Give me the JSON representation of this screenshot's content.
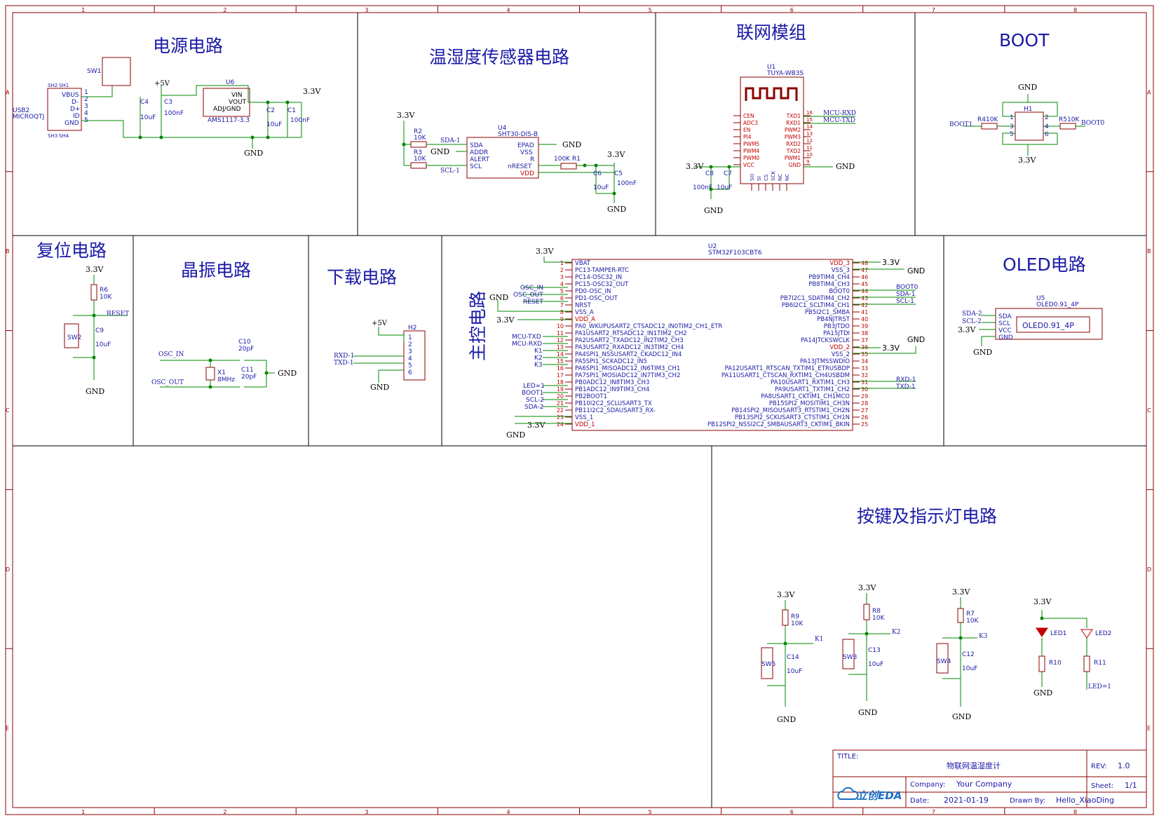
{
  "colors": {
    "frame": "#8b0000",
    "wire": "#008800",
    "text": "#1a1aa6",
    "part": "#8b0000",
    "title": "#1a1aa6",
    "red_pin": "#c00000"
  },
  "grid": {
    "cols": [
      "1",
      "2",
      "3",
      "4",
      "5",
      "6",
      "7",
      "8"
    ],
    "rows": [
      "A",
      "B",
      "C",
      "D",
      "E"
    ]
  },
  "sections": {
    "power": "电源电路",
    "sensor": "温湿度传感器电路",
    "network": "联网模组",
    "boot": "BOOT",
    "reset": "复位电路",
    "crystal": "晶振电路",
    "download": "下载电路",
    "main": "主控电路",
    "oled": "OLED电路",
    "keys": "按键及指示灯电路"
  },
  "power": {
    "usb_ref": "USB2",
    "usb_val": "MICROQTJ",
    "usb_pins": [
      "VBUS",
      "D-",
      "D+",
      "ID",
      "GND"
    ],
    "usb_pin_nums": [
      "1",
      "2",
      "3",
      "4",
      "5"
    ],
    "usb_sh": [
      "SH2",
      "SH1",
      "SH3",
      "SH4"
    ],
    "sw1": "SW1",
    "plus5": "+5V",
    "c4": "C4",
    "c4v": "10uF",
    "c3": "C3",
    "c3v": "100nF",
    "u6": "U6",
    "u6val": "AMS1117-3.3",
    "u6pins": [
      "VIN",
      "VOUT",
      "ADJ/GND"
    ],
    "c2": "C2",
    "c2v": "10uF",
    "c1": "C1",
    "c1v": "100nF",
    "v33": "3.3V",
    "gnd": "GND"
  },
  "sensor": {
    "v33": "3.3V",
    "r2": "R2",
    "r2v": "10K",
    "r3": "R3",
    "r3v": "10K",
    "sda": "SDA-1",
    "scl": "SCL-1",
    "gnd": "GND",
    "u4": "U4",
    "u4val": "SHT30-DIS-B",
    "left_pins": [
      "SDA",
      "ADDR",
      "ALERT",
      "SCL"
    ],
    "right_pins": [
      "EPAD",
      "VSS",
      "R",
      "nRESET",
      "VDD"
    ],
    "r1": "100K R1",
    "v33b": "3.3V",
    "c6": "C6",
    "c6v": "10uF",
    "c5": "C5",
    "c5v": "100nF",
    "gnd2": "GND",
    "gnd3": "GND"
  },
  "network": {
    "u1": "U1",
    "u1val": "TUYA-WB3S",
    "left_pins": [
      "CEN",
      "ADC3",
      "EN",
      "PI4",
      "PWM5",
      "PWM4",
      "PWM0",
      "VCC"
    ],
    "right_pins": [
      "TXD1",
      "RXD1",
      "PWM2",
      "PWM3",
      "RXD2",
      "TXD2",
      "PWM1",
      "GND"
    ],
    "right_nums": [
      "16",
      "15",
      "14",
      "13",
      "12",
      "11",
      "10",
      "9"
    ],
    "bottom_pins": [
      "SO",
      "SI",
      "CS",
      "SCK",
      "NC",
      "NC"
    ],
    "mcu_rxd": "MCU-RXD",
    "mcu_txd": "MCU-TXD",
    "v33": "3.3V",
    "c8": "C8",
    "c8v": "100nF",
    "c7": "C7",
    "c7v": "10uF",
    "gnd": "GND",
    "gnd2": "GND"
  },
  "boot": {
    "gnd": "GND",
    "h1": "H1",
    "boot1": "BOOT1",
    "boot0": "BOOT0",
    "r4": "R410K",
    "r5": "R510K",
    "v33": "3.3V",
    "pins_left": [
      "1",
      "3",
      "5"
    ],
    "pins_right": [
      "2",
      "4",
      "6"
    ]
  },
  "reset": {
    "v33": "3.3V",
    "r6": "R6",
    "r6v": "10K",
    "net": "RESET",
    "c9": "C9",
    "c9v": "10uF",
    "sw2": "SW2",
    "gnd": "GND"
  },
  "crystal": {
    "osc_in": "OSC_IN",
    "osc_out": "OSC_OUT",
    "c10": "C10",
    "c10v": "20pF",
    "c11": "C11",
    "c11v": "20pF",
    "x1": "X1",
    "x1v": "8MHz",
    "gnd": "GND"
  },
  "download": {
    "plus5": "+5V",
    "h2": "H2",
    "rxd": "RXD-1",
    "txd": "TXD-1",
    "gnd": "GND",
    "pins": [
      "1",
      "2",
      "3",
      "4",
      "5",
      "6"
    ]
  },
  "mcu": {
    "u2": "U2",
    "u2val": "STM32F103CBT6",
    "v33a": "3.3V",
    "gnd_left": "GND",
    "v33_left2": "3.3V",
    "v33_bot": "3.3V",
    "gnd_bot": "GND",
    "left_nets": [
      "",
      "",
      "",
      "OSC_IN",
      "OSC_OUT",
      "RESET",
      "",
      "",
      "",
      "",
      "MCU-TXD",
      "MCU-RXD",
      "K1",
      "K2",
      "K3",
      "",
      "",
      "LED=1",
      "BOOT1",
      "SCL-2",
      "SDA-2",
      "",
      ""
    ],
    "left_pins": [
      {
        "n": "1",
        "l": "VBAT"
      },
      {
        "n": "2",
        "l": "PC13-TAMPER-RTC"
      },
      {
        "n": "3",
        "l": "PC14-OSC32_IN"
      },
      {
        "n": "4",
        "l": "PC15-OSC32_OUT"
      },
      {
        "n": "5",
        "l": "PD0-OSC_IN"
      },
      {
        "n": "6",
        "l": "PD1-OSC_OUT"
      },
      {
        "n": "7",
        "l": "NRST"
      },
      {
        "n": "8",
        "l": "VSS_A"
      },
      {
        "n": "9",
        "l": "VDD_A"
      },
      {
        "n": "10",
        "l": "PA0_WKUPUSART2_CTSADC12_IN0TIM2_CH1_ETR"
      },
      {
        "n": "11",
        "l": "PA1USART2_RTSADC12_IN1TIM2_CH2"
      },
      {
        "n": "12",
        "l": "PA2USART2_TXADC12_IN2TIM2_CH3"
      },
      {
        "n": "13",
        "l": "PA3USART2_RXADC12_IN3TIM2_CH4"
      },
      {
        "n": "14",
        "l": "PA4SPI1_NSSUSART2_CKADC12_IN4"
      },
      {
        "n": "15",
        "l": "PA5SPI1_SCKADC12_IN5"
      },
      {
        "n": "16",
        "l": "PA6SPI1_MISOADC12_IN6TIM3_CH1"
      },
      {
        "n": "17",
        "l": "PA7SPI1_MOSIADC12_IN7TIM3_CH2"
      },
      {
        "n": "18",
        "l": "PB0ADC12_IN8TIM3_CH3"
      },
      {
        "n": "19",
        "l": "PB1ADC12_IN9TIM3_CH4"
      },
      {
        "n": "20",
        "l": "PB2BOOT1"
      },
      {
        "n": "21",
        "l": "PB10I2C2_SCLUSART3_TX"
      },
      {
        "n": "22",
        "l": "PB11I2C2_SDAUSART3_RX-"
      },
      {
        "n": "23",
        "l": "VSS_1"
      },
      {
        "n": "24",
        "l": "VDD_1"
      }
    ],
    "right_pins": [
      {
        "n": "48",
        "l": "VDD_3"
      },
      {
        "n": "47",
        "l": "VSS_3"
      },
      {
        "n": "46",
        "l": "PB9TIM4_CH4"
      },
      {
        "n": "45",
        "l": "PB8TIM4_CH3"
      },
      {
        "n": "44",
        "l": "BOOT0"
      },
      {
        "n": "43",
        "l": "PB7I2C1_SDATIM4_CH2"
      },
      {
        "n": "42",
        "l": "PB6I2C1_SCLTIM4_CH1"
      },
      {
        "n": "41",
        "l": "PB5I2C1_SMBA"
      },
      {
        "n": "40",
        "l": "PB4NJTRST"
      },
      {
        "n": "39",
        "l": "PB3JTDO"
      },
      {
        "n": "38",
        "l": "PA15JTDI"
      },
      {
        "n": "37",
        "l": "PA14JTCKSWCLK"
      },
      {
        "n": "36",
        "l": "VDD_2"
      },
      {
        "n": "35",
        "l": "VSS_2"
      },
      {
        "n": "34",
        "l": "PA13JTMSSWDIO"
      },
      {
        "n": "33",
        "l": "PA12USART1_RTSCAN_TXTIM1_ETRUSBDP"
      },
      {
        "n": "32",
        "l": "PA11USART1_CTSCAN_RXTIM1_CH4USBDM"
      },
      {
        "n": "31",
        "l": "PA10USART1_RXTIM1_CH3"
      },
      {
        "n": "30",
        "l": "PA9USART1_TXTIM1_CH2"
      },
      {
        "n": "29",
        "l": "PA8USART1_CKTIM1_CH1MCO"
      },
      {
        "n": "28",
        "l": "PB15SPI2_MOSITIM1_CH3N"
      },
      {
        "n": "27",
        "l": "PB14SPI2_MISOUSART3_RTSTIM1_CH2N"
      },
      {
        "n": "26",
        "l": "PB13SPI2_SCKUSART3_CTSTIM1_CH1N"
      },
      {
        "n": "25",
        "l": "PB12SPI2_NSSI2C2_SMBAUSART3_CKTIM1_BKIN"
      }
    ],
    "right_nets": {
      "v33": "3.3V",
      "gnd": "GND",
      "boot0": "BOOT0",
      "sda1": "SDA-1",
      "scl1": "SCL-1",
      "v33b": "3.3V",
      "gnd2": "GND",
      "rxd1": "RXD-1",
      "txd1": "TXD-1"
    }
  },
  "oled": {
    "u5": "U5",
    "u5val": "OLED0.91_4P",
    "box": "OLED0.91_4P",
    "pins": [
      "SDA",
      "SCL",
      "VCC",
      "GND"
    ],
    "nets": [
      "SDA-2",
      "SCL-2",
      "3.3V",
      ""
    ],
    "gnd": "GND"
  },
  "keys": {
    "k1": {
      "v": "3.3V",
      "r": "R9",
      "rv": "10K",
      "net": "K1",
      "c": "C14",
      "cv": "10uF",
      "sw": "SW5",
      "gnd": "GND"
    },
    "k2": {
      "v": "3.3V",
      "r": "R8",
      "rv": "10K",
      "net": "K2",
      "c": "C13",
      "cv": "10uF",
      "sw": "SW3",
      "gnd": "GND"
    },
    "k3": {
      "v": "3.3V",
      "r": "R7",
      "rv": "10K",
      "net": "K3",
      "c": "C12",
      "cv": "10uF",
      "sw": "SW4",
      "gnd": "GND"
    },
    "led": {
      "v": "3.3V",
      "led1": "LED1",
      "led2": "LED2",
      "r10": "R10",
      "r11": "R11",
      "gnd": "GND",
      "net": "LED=1"
    }
  },
  "titleblock": {
    "title_label": "TITLE:",
    "title": "物联网温湿度计",
    "rev_label": "REV:",
    "rev": "1.0",
    "company_label": "Company:",
    "company": "Your Company",
    "sheet_label": "Sheet:",
    "sheet": "1/1",
    "date_label": "Date:",
    "date": "2021-01-19",
    "drawn_label": "Drawn By:",
    "drawn": "Hello_XiaoDing",
    "logo": "立创EDA"
  }
}
